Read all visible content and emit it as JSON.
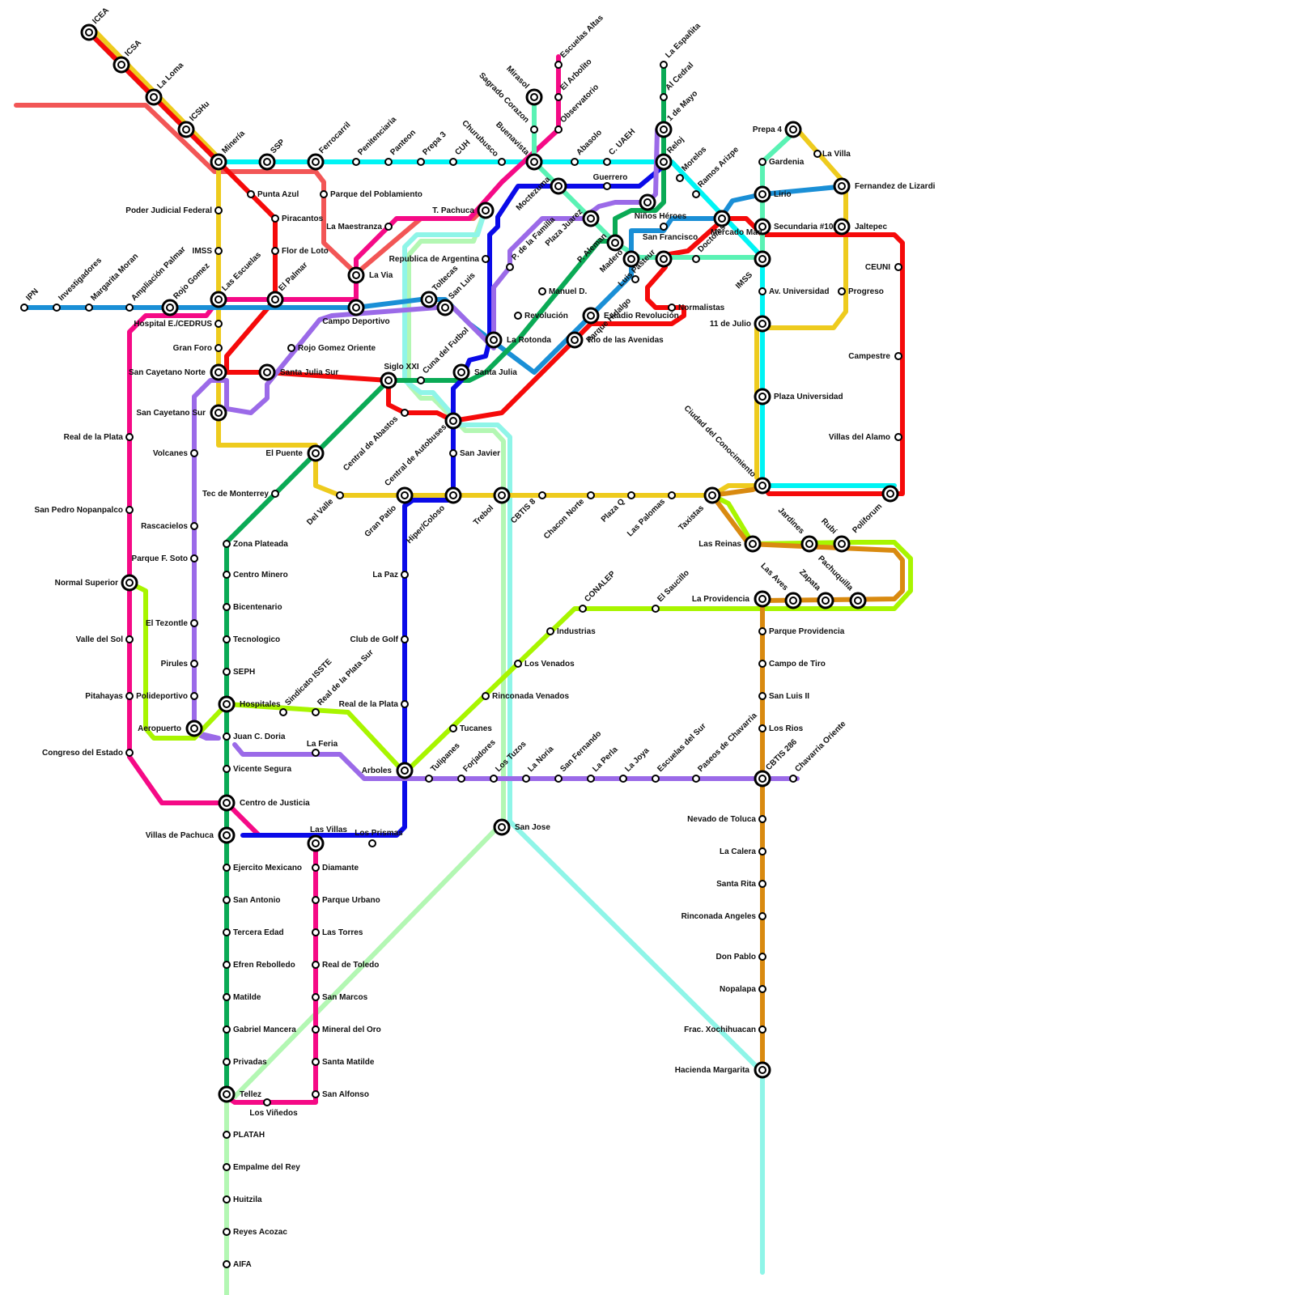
{
  "lines": [
    {
      "id": "lime",
      "color": "#a8f500"
    },
    {
      "id": "lightgreen",
      "color": "#b3f7b3"
    },
    {
      "id": "cyan",
      "color": "#00f4f4"
    },
    {
      "id": "aqua",
      "color": "#8ff5e8"
    },
    {
      "id": "mint",
      "color": "#5af2b4"
    },
    {
      "id": "coral",
      "color": "#f25656"
    },
    {
      "id": "gold",
      "color": "#eecb1e"
    },
    {
      "id": "orange",
      "color": "#d98a10"
    },
    {
      "id": "skyblue",
      "color": "#1a8fd6"
    },
    {
      "id": "purple",
      "color": "#9b6ae8"
    },
    {
      "id": "green",
      "color": "#0aaa55"
    },
    {
      "id": "pink",
      "color": "#f50a86"
    },
    {
      "id": "blue",
      "color": "#0a0ae8"
    },
    {
      "id": "red",
      "color": "#f50a0a"
    }
  ],
  "stations": {
    "icea": "ICEA",
    "icsa": "ICSA",
    "la_loma": "La Loma",
    "icshu": "ICSHu",
    "mineria": "Minería",
    "ssp": "SSP",
    "ferrocarril": "Ferrocarril",
    "penitenciaria": "Penitenciaria",
    "panteon": "Panteon",
    "prepa3": "Prepa 3",
    "cuh": "CUH",
    "churubusco": "Churubusco",
    "buenavista": "Buenavista",
    "sagrado_corazon": "Sagrado Corazon",
    "mirasol": "Mirasol",
    "escuelas_altas": "Escuelas Altas",
    "el_arbolito": "El Arbolito",
    "observatorio": "Observatorio",
    "abasolo": "Abasolo",
    "c_uaeh": "C. UAEH",
    "la_espanita": "La Españita",
    "al_cedral": "Al Cedral",
    "primero_mayo": "1 de Mayo",
    "reloj": "Reloj",
    "morelos": "Morelos",
    "ramos_arizpe": "Ramos Arizpe",
    "prepa4": "Prepa 4",
    "la_villa": "La Villa",
    "gardenia": "Gardenia",
    "lirio": "Lirio",
    "fernandez_lizardi": "Fernandez de Lizardi",
    "secundaria10": "Secundaria #10",
    "jaltepec": "Jaltepec",
    "mercado_mad": "Mercado Mad",
    "imss_e": "IMSS",
    "ceuni": "CEUNI",
    "av_universidad": "Av. Universidad",
    "progreso": "Progreso",
    "once_julio": "11 de Julio",
    "campestre": "Campestre",
    "plaza_universidad": "Plaza Universidad",
    "villas_alamo": "Villas del Alamo",
    "ciudad_conocimiento": "Ciudad del Conocimiento",
    "poliforum": "Poliforum",
    "punta_azul": "Punta Azul",
    "poder_judicial": "Poder Judicial Federal",
    "parque_poblamiento": "Parque del Poblamiento",
    "piracantos": "Piracantos",
    "t_pachuca": "T. Pachuca",
    "moctezuma": "Moctezuma",
    "guerrero": "Guerrero",
    "ninos_heroes": "Niños Héroes",
    "la_maestranza": "La Maestranza",
    "imss_w": "IMSS",
    "flor_loto": "Flor de Loto",
    "plaza_juarez": "Plaza Juarez",
    "san_francisco": "San Francisco",
    "la_via": "La Via",
    "republica_argentina": "Republica de Argentina",
    "p_familia": "P. de la Familia",
    "p_aleman": "P. Aleman",
    "madero": "Madero",
    "luis_pasteur": "Luis Pasteur",
    "doctores": "Doctores",
    "ipn": "IPN",
    "investigadores": "Investigadores",
    "margarita_moran": "Margarita Moran",
    "ampliacion_palmar": "Ampliación Palmar",
    "rojo_gomez": "Rojo Gomez",
    "las_escuelas": "Las Escuelas",
    "el_palmar": "El Palmar",
    "toltecas": "Toltecas",
    "san_luis": "San Luis",
    "manuel_d": "Manuel D.",
    "parque_hidalgo": "Parque Hidalgo",
    "normalistas": "Normalistas",
    "campo_deportivo": "Campo Deportivo",
    "estadio_revolucion": "Estadio Revolución",
    "hospital_cedrus": "Hospital E./CEDRUS",
    "revolucion": "Revolución",
    "cuna_futbol": "Cuna del Futbol",
    "la_rotonda": "La Rotonda",
    "rio_avenidas": "Rio de las Avenidas",
    "rojo_gomez_oriente": "Rojo Gomez Oriente",
    "gran_foro": "Gran Foro",
    "siglo_xxi": "Siglo XXI",
    "san_cayetano_norte": "San Cayetano Norte",
    "santa_julia_sur": "Santa Julia Sur",
    "santa_julia": "Santa Julia",
    "san_cayetano_sur": "San Cayetano Sur",
    "central_abastos": "Central de Abastos",
    "real_plata": "Real de la Plata",
    "central_autobuses": "Central de Autobuses",
    "volcanes": "Volcanes",
    "el_puente": "El Puente",
    "san_javier": "San Javier",
    "tec_monterrey": "Tec de Monterrey",
    "del_valle": "Del Valle",
    "gran_patio": "Gran Patio",
    "hiper_coloso": "Hiper/Coloso",
    "trebol": "Trebol",
    "cbtis8": "CBTIS 8",
    "chacon_norte": "Chacon Norte",
    "plaza_q": "Plaza Q",
    "las_palomas": "Las Palomas",
    "taxistas": "Taxistas",
    "san_pedro": "San Pedro Nopanpalco",
    "rascacielos": "Rascacielos",
    "las_reinas": "Las Reinas",
    "jardines": "Jardines",
    "rubi": "Rubí",
    "zona_plateada": "Zona Plateada",
    "parque_soto": "Parque F. Soto",
    "centro_minero": "Centro Minero",
    "normal_superior": "Normal Superior",
    "la_paz": "La Paz",
    "la_providencia": "La Providencia",
    "las_aves": "Las Aves",
    "zapata": "Zapata",
    "pachuquilla": "Pachuquilla",
    "conalep": "CONALEP",
    "el_saucillo": "El Saucillo",
    "bicentenario": "Bicentenario",
    "el_tezontle": "El Tezontle",
    "industrias": "Industrias",
    "parque_providencia": "Parque Providencia",
    "valle_sol": "Valle del Sol",
    "tecnologico": "Tecnologico",
    "club_golf": "Club de Golf",
    "pirules": "Pirules",
    "los_venados": "Los Venados",
    "campo_tiro": "Campo de Tiro",
    "seph": "SEPH",
    "pitahayas": "Pitahayas",
    "polideportivo": "Polideportivo",
    "rinconada_venados": "Rinconada Venados",
    "san_luis_ii": "San Luis II",
    "sindicato_issste": "Sindicato ISSTE",
    "real_plata_sur": "Real de la Plata Sur",
    "hospitales": "Hospitales",
    "real_plata_e": "Real de la Plata",
    "aeropuerto": "Aeropuerto",
    "tucanes": "Tucanes",
    "los_rios": "Los Rios",
    "juan_doria": "Juan C. Doria",
    "la_feria": "La Feria",
    "congreso": "Congreso del Estado",
    "chavarria_oriente": "Chavarria Oriente",
    "tulipanes": "Tulipanes",
    "forjadores": "Forjadores",
    "los_tuzos": "Los Tuzos",
    "la_noria": "La Noria",
    "san_fernando": "San Fernando",
    "la_perla": "La Perla",
    "la_joya": "La Joya",
    "escuelas_sur": "Escuelas del Sur",
    "paseos_chavarria": "Paseos de Chavarria",
    "cbtis286": "CBTIS 286",
    "vicente_segura": "Vicente Segura",
    "arboles": "Arboles",
    "centro_justicia": "Centro de Justicia",
    "san_jose": "San Jose",
    "nevado_toluca": "Nevado de Toluca",
    "villas_pachuca": "Villas de Pachuca",
    "las_villas": "Las Villas",
    "los_prismas": "Los Prismas",
    "la_calera": "La Calera",
    "ejercito_mexicano": "Ejercito Mexicano",
    "diamante": "Diamante",
    "santa_rita": "Santa Rita",
    "san_antonio": "San Antonio",
    "parque_urbano": "Parque Urbano",
    "rinconada_angeles": "Rinconada Angeles",
    "tercera_edad": "Tercera Edad",
    "las_torres": "Las Torres",
    "don_pablo": "Don Pablo",
    "efren_rebolledo": "Efren Rebolledo",
    "real_toledo": "Real de Toledo",
    "nopalapa": "Nopalapa",
    "matilde": "Matilde",
    "san_marcos": "San Marcos",
    "gabriel_mancera": "Gabriel Mancera",
    "mineral_oro": "Mineral del Oro",
    "frac_xochihuacan": "Frac. Xochihuacan",
    "privadas": "Privadas",
    "santa_matilde": "Santa Matilde",
    "hacienda_margarita": "Hacienda Margarita",
    "tellez": "Tellez",
    "san_alfonso": "San Alfonso",
    "los_vinedos": "Los Viñedos",
    "platah": "PLATAH",
    "empalme_rey": "Empalme del Rey",
    "huitzila": "Huitzila",
    "reyes_acozac": "Reyes Acozac",
    "aifa": "AIFA"
  }
}
